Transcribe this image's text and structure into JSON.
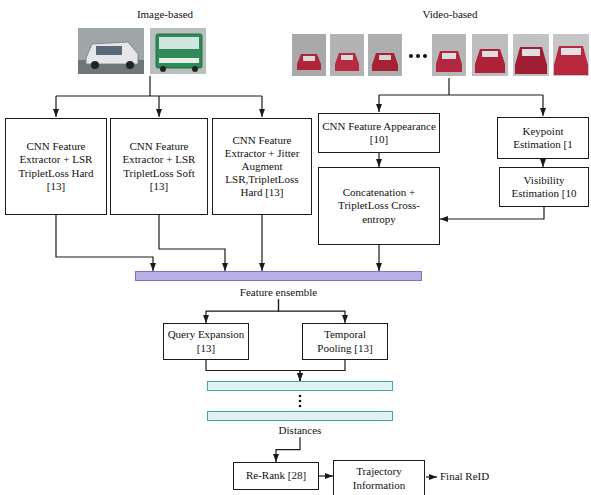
{
  "diagram": {
    "nodes": [
      {
        "text": [
          "CNN Feature Extractor + LSR TripletLoss Hard [13]"
        ]
      },
      {
        "text": [
          "CNN Feature Extractor + LSR TripletLoss Soft [13]"
        ]
      },
      {
        "text": [
          "CNN Feature Extractor + Jitter Augment LSR,TripletLoss Hard [13]"
        ]
      },
      {
        "text": [
          "CNN Feature Appearance [10]"
        ]
      },
      {
        "text": [
          "Keypoint Estimation [1"
        ]
      },
      {
        "text": [
          "Concatenation + TripletLoss Cross-entropy"
        ]
      },
      {
        "text": [
          "Visibility Estimation [10"
        ]
      },
      {
        "text": [
          "Feature ensemble"
        ]
      },
      {
        "text": [
          "Query Expansion [13]"
        ]
      },
      {
        "text": [
          "Temporal Pooling [13]"
        ]
      },
      {
        "text": [
          "Distances"
        ]
      },
      {
        "text": [
          "Re-Rank [28]"
        ]
      },
      {
        "text": [
          "Trajectory Information"
        ]
      }
    ],
    "edges": [
      {
        "from": 3,
        "to": 5,
        "arrow": "to"
      },
      {
        "from": 4,
        "to": 6,
        "arrow": "to"
      },
      {
        "from": 6,
        "to": 5,
        "arrow": "to"
      },
      {
        "from": 0,
        "to": 7,
        "arrow": "to"
      },
      {
        "from": 1,
        "to": 7,
        "arrow": "to"
      },
      {
        "from": 2,
        "to": 7,
        "arrow": "to"
      },
      {
        "from": 5,
        "to": 7,
        "arrow": "to"
      },
      {
        "from": 7,
        "to": 8,
        "arrow": "to"
      },
      {
        "from": 7,
        "to": 9,
        "arrow": "to"
      },
      {
        "from": 8,
        "to": 10,
        "arrow": "to"
      },
      {
        "from": 9,
        "to": 10,
        "arrow": "to"
      },
      {
        "from": 10,
        "to": 11,
        "arrow": "to"
      },
      {
        "from": 11,
        "to": 12,
        "arrow": "to"
      }
    ],
    "labels": [
      "Image-based",
      "Video-based",
      "Final ReID"
    ]
  }
}
